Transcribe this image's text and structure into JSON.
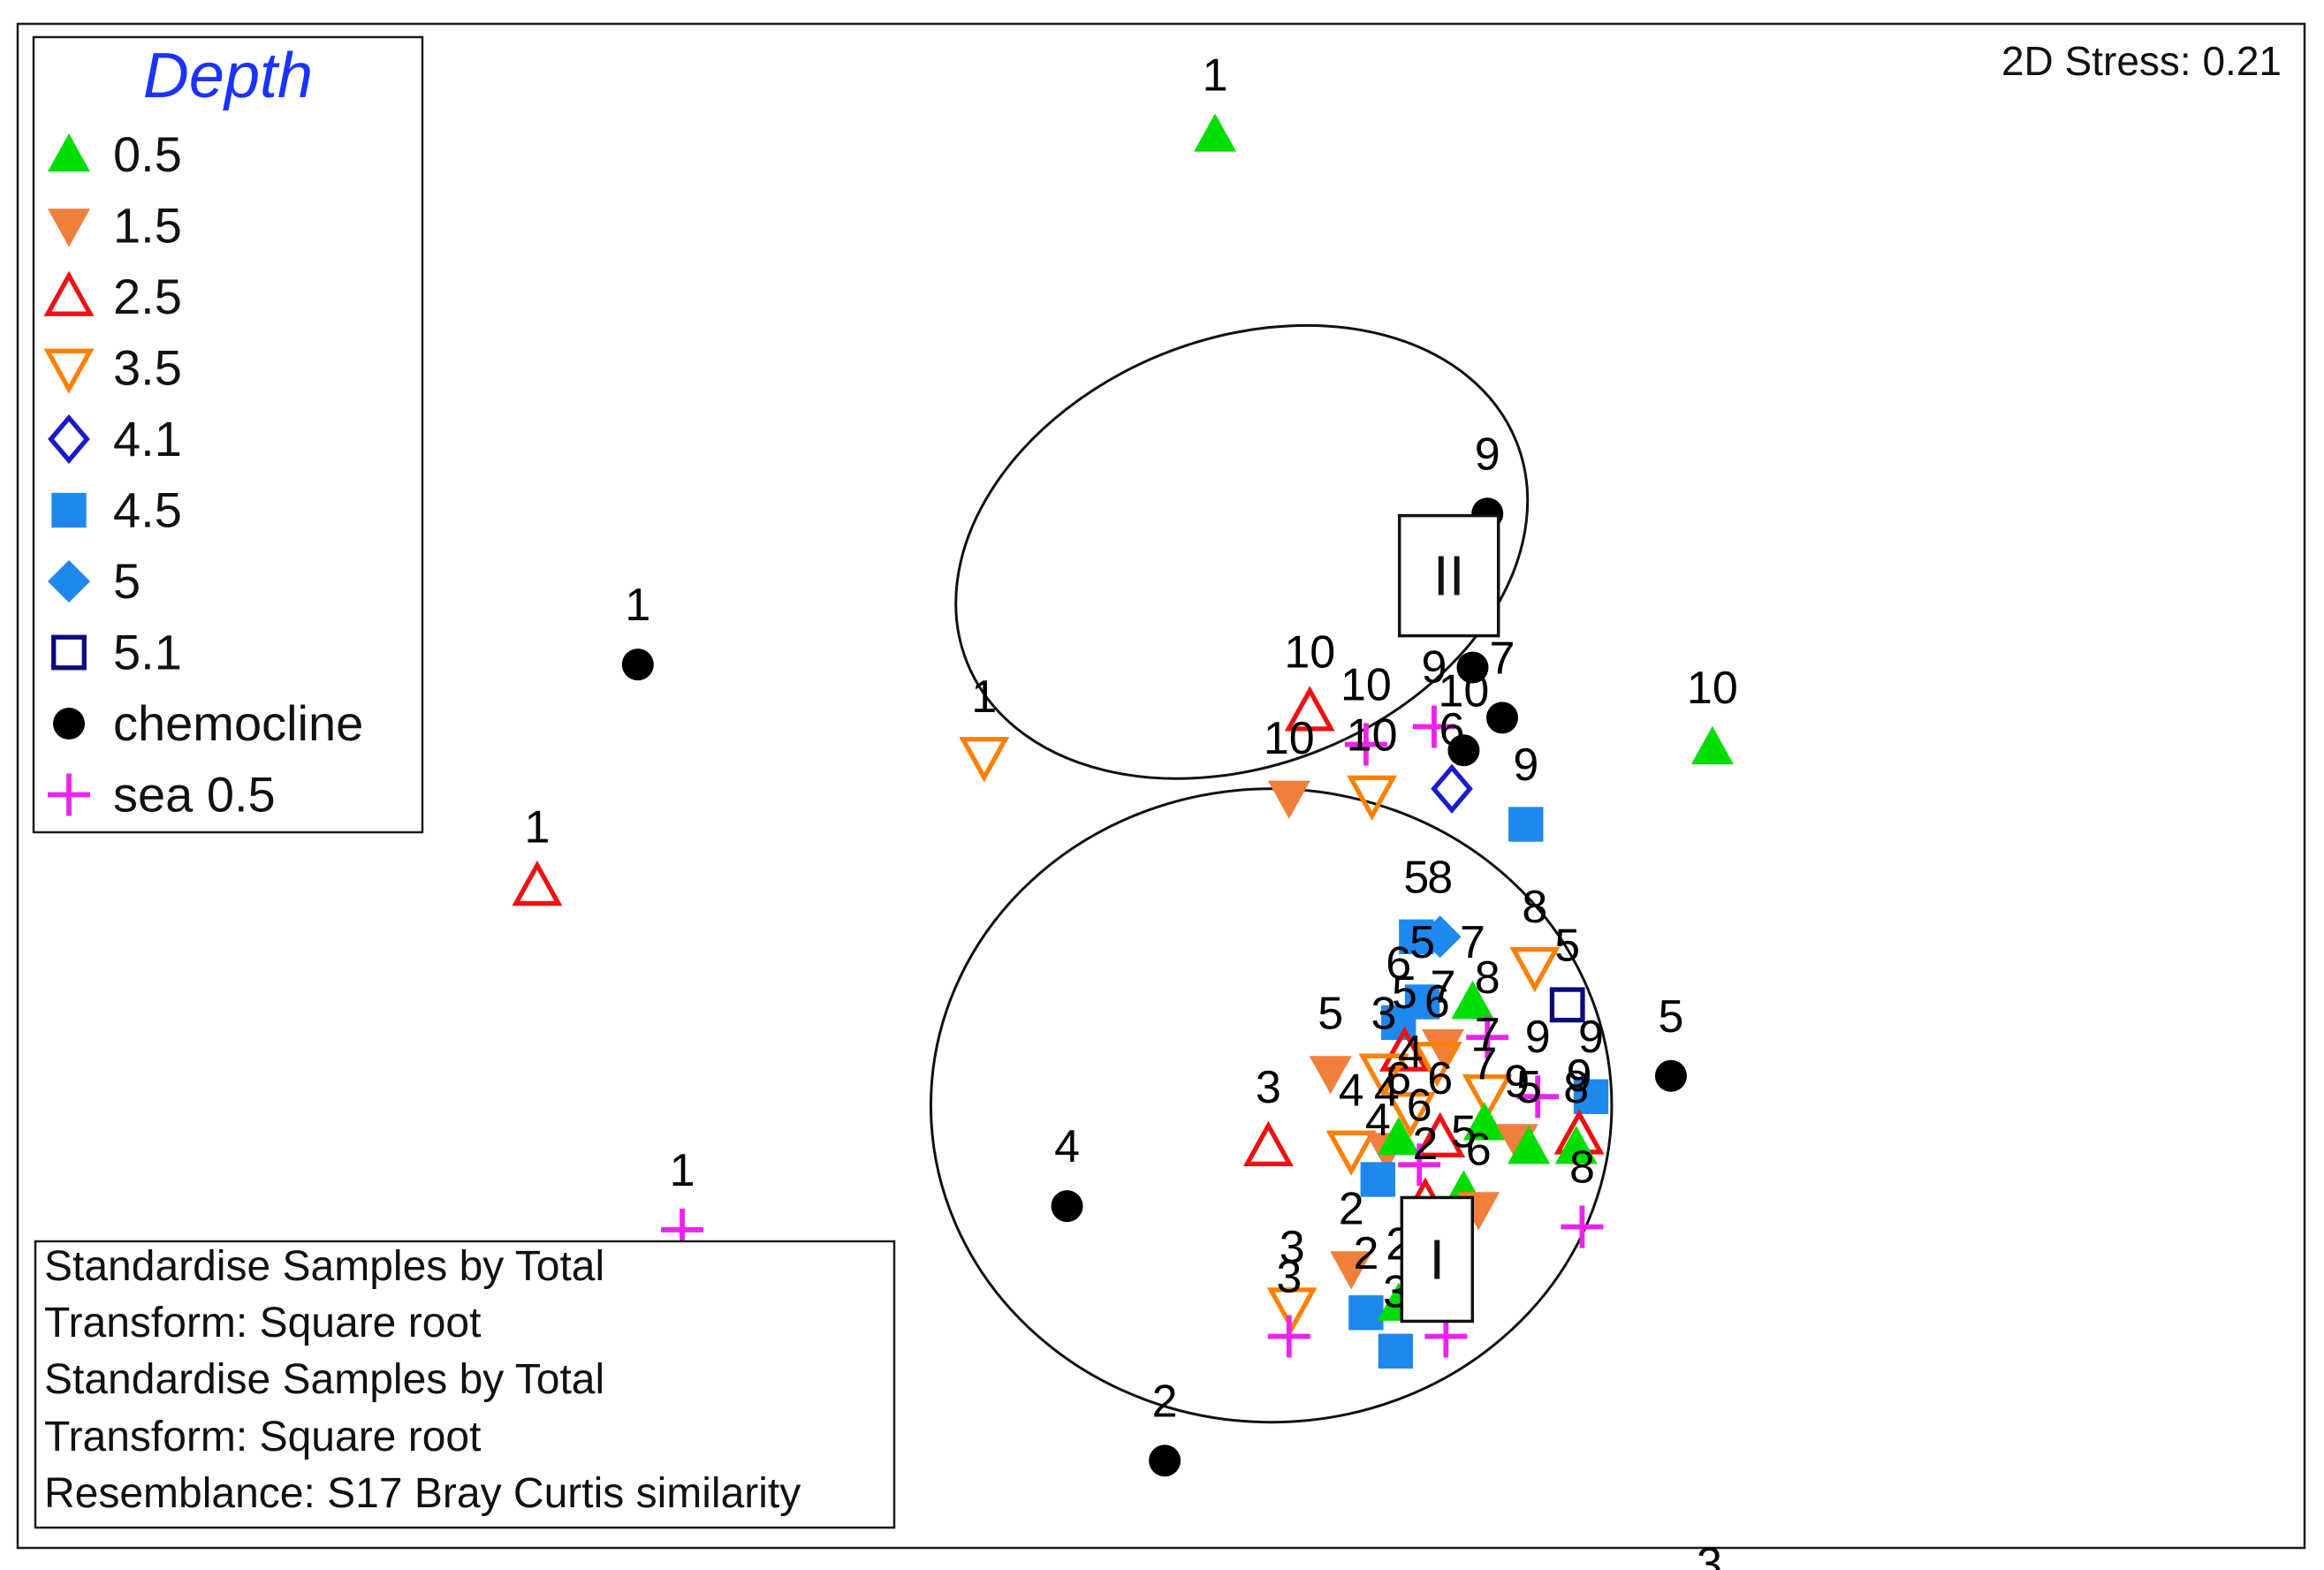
{
  "chart_data": {
    "type": "scatter",
    "stress": "2D Stress: 0.21",
    "legend": {
      "title": "Depth",
      "title_color": "#1a33ff",
      "entries": [
        {
          "key": "d05",
          "label": "0.5",
          "marker": "triangle-up-filled",
          "color": "#00dd00"
        },
        {
          "key": "d15",
          "label": "1.5",
          "marker": "triangle-down-filled",
          "color": "#f07f3c"
        },
        {
          "key": "d25",
          "label": "2.5",
          "marker": "triangle-up-open",
          "color": "#ee1111"
        },
        {
          "key": "d35",
          "label": "3.5",
          "marker": "triangle-down-open",
          "color": "#ff8000"
        },
        {
          "key": "d41",
          "label": "4.1",
          "marker": "diamond-open",
          "color": "#1a1acc"
        },
        {
          "key": "d45",
          "label": "4.5",
          "marker": "square-filled",
          "color": "#1e88ee"
        },
        {
          "key": "d5",
          "label": "5",
          "marker": "diamond-filled",
          "color": "#1e88ee"
        },
        {
          "key": "d51",
          "label": "5.1",
          "marker": "square-open",
          "color": "#0a0a80"
        },
        {
          "key": "chem",
          "label": "chemocline",
          "marker": "circle-filled",
          "color": "#000000"
        },
        {
          "key": "sea",
          "label": "sea 0.5",
          "marker": "plus",
          "color": "#ee22ee"
        }
      ]
    },
    "info_lines": [
      "Standardise Samples by Total",
      "Transform: Square root",
      "Standardise Samples by Total",
      "Transform: Square root",
      "Resemblance: S17 Bray Curtis similarity"
    ],
    "groups": [
      {
        "label": "II",
        "center": [
          1.12,
          1.12
        ],
        "radii": [
          1.0,
          0.72
        ],
        "rotation": -22
      },
      {
        "label": "I",
        "center": [
          1.22,
          -0.75
        ],
        "radii": [
          1.15,
          1.07
        ],
        "rotation": 0
      }
    ],
    "points": [
      {
        "g": "d05",
        "label": "1",
        "x": 1.03,
        "y": 2.53
      },
      {
        "g": "chem",
        "label": "1",
        "x": -0.92,
        "y": 0.74
      },
      {
        "g": "d35",
        "label": "1",
        "x": 0.25,
        "y": 0.43
      },
      {
        "g": "d25",
        "label": "1",
        "x": -1.26,
        "y": -0.01
      },
      {
        "g": "d15",
        "label": "1",
        "x": -2.1,
        "y": -1.58
      },
      {
        "g": "sea",
        "label": "1",
        "x": -0.77,
        "y": -1.17
      },
      {
        "g": "chem",
        "label": "4",
        "x": 0.53,
        "y": -1.09
      },
      {
        "g": "chem",
        "label": "2",
        "x": 0.86,
        "y": -1.95
      },
      {
        "g": "chem",
        "label": "3",
        "x": 2.7,
        "y": -2.5
      },
      {
        "g": "chem",
        "label": "5",
        "x": 2.57,
        "y": -0.65
      },
      {
        "g": "d05",
        "label": "10",
        "x": 2.71,
        "y": 0.46
      },
      {
        "g": "chem",
        "label": "9",
        "x": 1.95,
        "y": 1.25
      },
      {
        "g": "chem",
        "label": "8",
        "x": 1.9,
        "y": 0.73
      },
      {
        "g": "chem",
        "label": "7",
        "x": 2.0,
        "y": 0.56
      },
      {
        "g": "chem",
        "label": "10",
        "x": 1.87,
        "y": 0.45
      },
      {
        "g": "d25",
        "label": "10",
        "x": 1.35,
        "y": 0.58
      },
      {
        "g": "sea",
        "label": "10",
        "x": 1.54,
        "y": 0.47
      },
      {
        "g": "sea",
        "label": "9",
        "x": 1.77,
        "y": 0.53
      },
      {
        "g": "d35",
        "label": "10",
        "x": 1.56,
        "y": 0.3
      },
      {
        "g": "d15",
        "label": "10",
        "x": 1.28,
        "y": 0.29
      },
      {
        "g": "d41",
        "label": "6",
        "x": 1.83,
        "y": 0.32
      },
      {
        "g": "d45",
        "label": "9",
        "x": 2.08,
        "y": 0.2
      },
      {
        "g": "d5",
        "label": "8",
        "x": 1.79,
        "y": -0.18
      },
      {
        "g": "d45",
        "label": "5",
        "x": 1.71,
        "y": -0.18
      },
      {
        "g": "d45",
        "label": "6",
        "x": 1.65,
        "y": -0.47
      },
      {
        "g": "d45",
        "label": "5",
        "x": 1.73,
        "y": -0.4
      },
      {
        "g": "d05",
        "label": "7",
        "x": 1.9,
        "y": -0.4
      },
      {
        "g": "d35",
        "label": "8",
        "x": 2.11,
        "y": -0.28
      },
      {
        "g": "d51",
        "label": "5",
        "x": 2.22,
        "y": -0.41
      },
      {
        "g": "d25",
        "label": "5",
        "x": 1.67,
        "y": -0.57
      },
      {
        "g": "d15",
        "label": "7",
        "x": 1.8,
        "y": -0.55
      },
      {
        "g": "d35",
        "label": "6",
        "x": 1.78,
        "y": -0.6
      },
      {
        "g": "sea",
        "label": "8",
        "x": 1.95,
        "y": -0.52
      },
      {
        "g": "d15",
        "label": "5",
        "x": 1.42,
        "y": -0.64
      },
      {
        "g": "d35",
        "label": "3",
        "x": 1.6,
        "y": -0.64
      },
      {
        "g": "d35",
        "label": "7",
        "x": 1.95,
        "y": -0.71
      },
      {
        "g": "sea",
        "label": "9",
        "x": 2.12,
        "y": -0.72
      },
      {
        "g": "d45",
        "label": "9",
        "x": 2.3,
        "y": -0.72
      },
      {
        "g": "d05",
        "label": "7",
        "x": 1.94,
        "y": -0.81
      },
      {
        "g": "d35",
        "label": "4",
        "x": 1.69,
        "y": -0.77
      },
      {
        "g": "d15",
        "label": "9",
        "x": 2.05,
        "y": -0.87
      },
      {
        "g": "d05",
        "label": "5",
        "x": 2.09,
        "y": -0.89
      },
      {
        "g": "d25",
        "label": "9",
        "x": 2.26,
        "y": -0.85
      },
      {
        "g": "d05",
        "label": "8",
        "x": 2.25,
        "y": -0.89
      },
      {
        "g": "d25",
        "label": "3",
        "x": 1.21,
        "y": -0.89
      },
      {
        "g": "d35",
        "label": "4",
        "x": 1.49,
        "y": -0.9
      },
      {
        "g": "d15",
        "label": "4",
        "x": 1.61,
        "y": -0.9
      },
      {
        "g": "d05",
        "label": "6",
        "x": 1.65,
        "y": -0.86
      },
      {
        "g": "d25",
        "label": "6",
        "x": 1.79,
        "y": -0.86
      },
      {
        "g": "sea",
        "label": "6",
        "x": 1.72,
        "y": -0.95
      },
      {
        "g": "d45",
        "label": "4",
        "x": 1.58,
        "y": -1.0
      },
      {
        "g": "d25",
        "label": "2",
        "x": 1.74,
        "y": -1.08
      },
      {
        "g": "d05",
        "label": "5",
        "x": 1.87,
        "y": -1.04
      },
      {
        "g": "d15",
        "label": "6",
        "x": 1.92,
        "y": -1.1
      },
      {
        "g": "sea",
        "label": "8",
        "x": 2.27,
        "y": -1.16
      },
      {
        "g": "d15",
        "label": "2",
        "x": 1.49,
        "y": -1.3
      },
      {
        "g": "d35",
        "label": "3",
        "x": 1.29,
        "y": -1.43
      },
      {
        "g": "d45",
        "label": "2",
        "x": 1.54,
        "y": -1.45
      },
      {
        "g": "d05",
        "label": "2",
        "x": 1.65,
        "y": -1.42
      },
      {
        "g": "sea",
        "label": "3",
        "x": 1.28,
        "y": -1.53
      },
      {
        "g": "d45",
        "label": "3",
        "x": 1.64,
        "y": -1.58
      },
      {
        "g": "sea",
        "label": "2",
        "x": 1.81,
        "y": -1.53
      }
    ]
  }
}
